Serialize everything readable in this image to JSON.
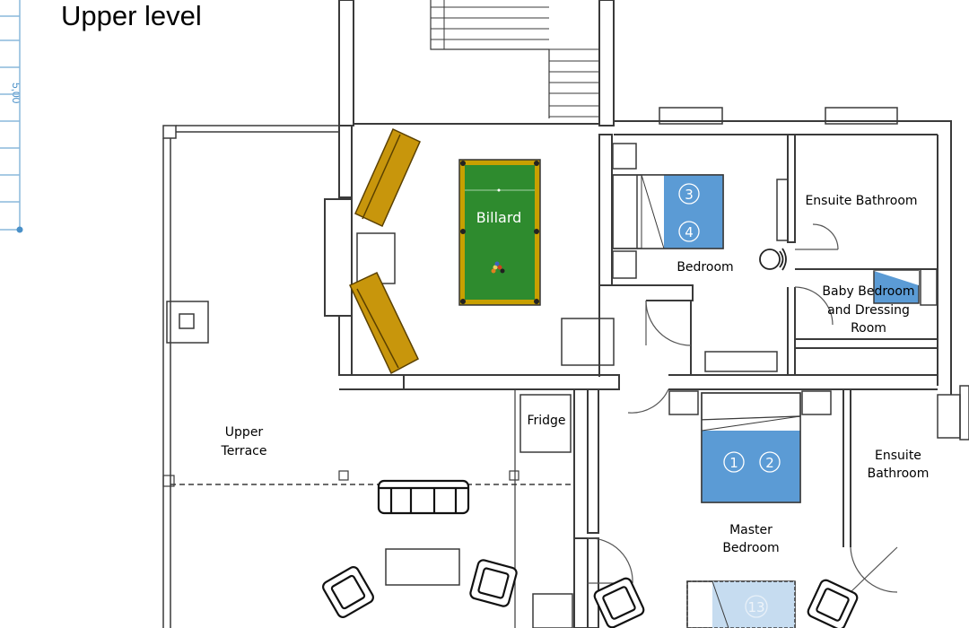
{
  "title": "Upper level",
  "ruler": {
    "label": "5,00"
  },
  "rooms": {
    "billard": "Billard",
    "bedroom": "Bedroom",
    "ensuite_bathroom_top": "Ensuite Bathroom",
    "baby_bedroom_1": "Baby Bedroom",
    "baby_bedroom_2": "and Dressing",
    "baby_bedroom_3": "Room",
    "fridge": "Fridge",
    "upper_terrace_1": "Upper",
    "upper_terrace_2": "Terrace",
    "master_bedroom_1": "Master",
    "master_bedroom_2": "Bedroom",
    "ensuite_bathroom_right_1": "Ensuite",
    "ensuite_bathroom_right_2": "Bathroom"
  },
  "bed_numbers": {
    "bed3": "3",
    "bed4": "4",
    "bed1": "1",
    "bed2": "2",
    "bed13": "13"
  },
  "colors": {
    "wall": "#3a3a3a",
    "bed_blue": "#5b9bd5",
    "bed_light": "#c6dcf0",
    "billiard_green": "#2e8b2e",
    "billiard_rail": "#c8a000",
    "sofa_gold": "#c8960c",
    "ruler_blue": "#4a90c8"
  }
}
